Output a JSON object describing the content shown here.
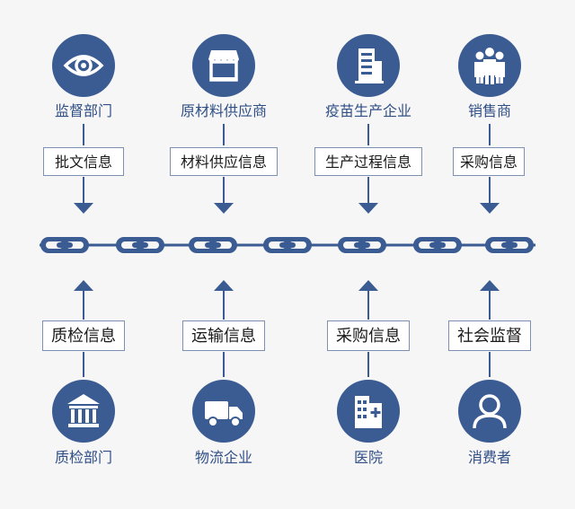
{
  "top": [
    {
      "label": "监督部门",
      "info": "批文信息",
      "icon": "eye-icon"
    },
    {
      "label": "原材料供应商",
      "info": "材料供应信息",
      "icon": "storefront-icon"
    },
    {
      "label": "疫苗生产企业",
      "info": "生产过程信息",
      "icon": "building-icon"
    },
    {
      "label": "销售商",
      "info": "采购信息",
      "icon": "people-group-icon"
    }
  ],
  "bottom": [
    {
      "label": "质检部门",
      "info": "质检信息",
      "icon": "institution-icon"
    },
    {
      "label": "物流企业",
      "info": "运输信息",
      "icon": "truck-icon"
    },
    {
      "label": "医院",
      "info": "采购信息",
      "icon": "hospital-icon"
    },
    {
      "label": "消费者",
      "info": "社会监督",
      "icon": "user-icon"
    }
  ],
  "colors": {
    "accent": "#3b5b93",
    "box_border": "#7d8fb3",
    "label": "#2f4f86"
  }
}
